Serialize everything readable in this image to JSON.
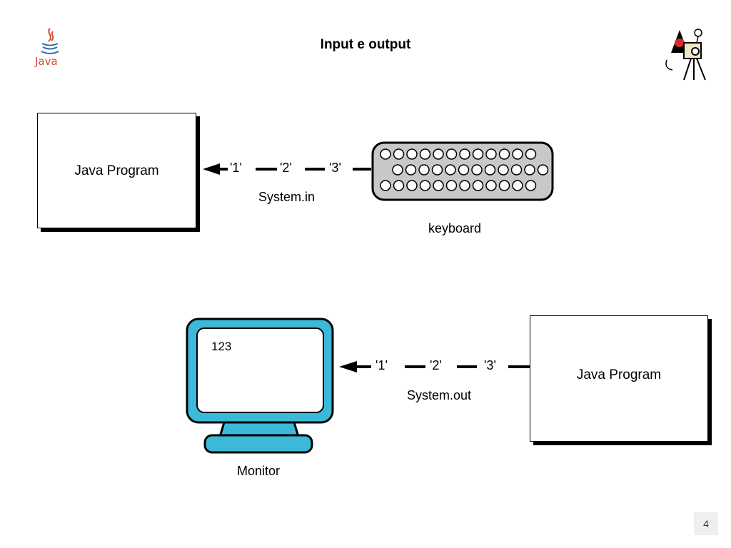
{
  "slide": {
    "title": "Input e output",
    "page_number": "4",
    "java_logo_text": "Java"
  },
  "input_diagram": {
    "program_label": "Java Program",
    "stream_chars": [
      "'1'",
      "'2'",
      "'3'"
    ],
    "stream_label": "System.in",
    "device_label": "keyboard"
  },
  "output_diagram": {
    "program_label": "Java Program",
    "stream_chars": [
      "'1'",
      "'2'",
      "'3'"
    ],
    "stream_label": "System.out",
    "device_label": "Monitor",
    "screen_text": "123"
  },
  "colors": {
    "monitor_fill": "#3cb8d8",
    "keyboard_fill": "#c8c8c8",
    "java_logo": "#d44b2b"
  },
  "icons": [
    "java-logo-icon",
    "duke-mascot-icon",
    "keyboard-icon",
    "monitor-icon",
    "arrow-left-icon"
  ]
}
